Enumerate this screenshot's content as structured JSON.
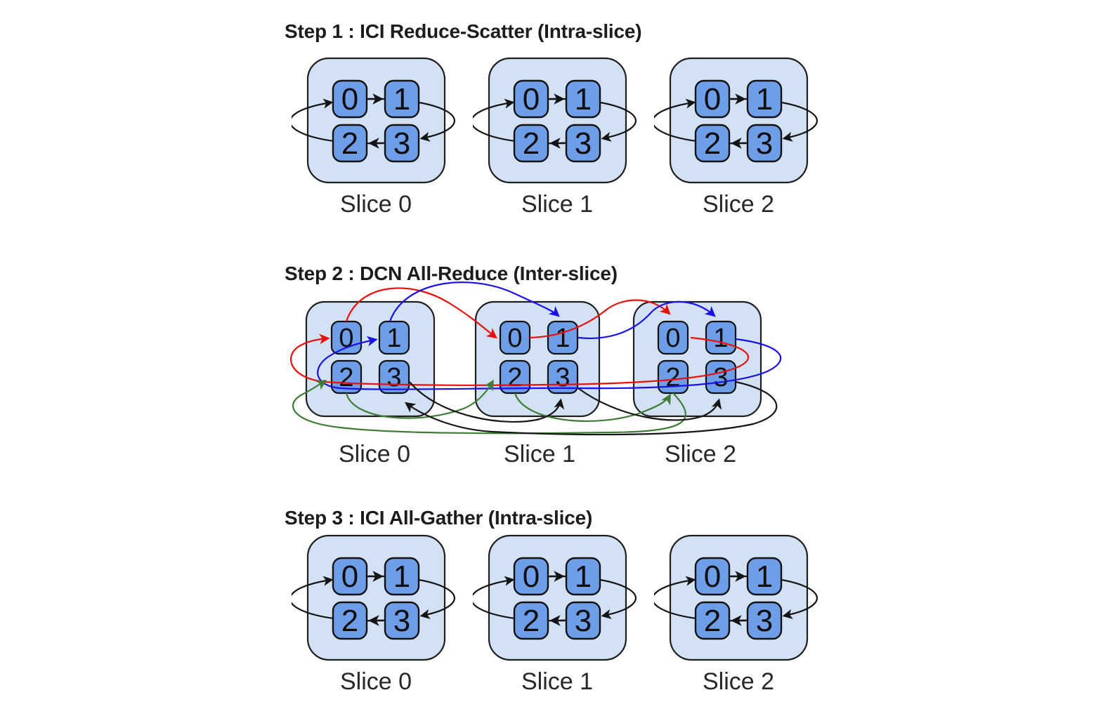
{
  "steps": [
    {
      "title": "Step 1 : ICI Reduce-Scatter (Intra-slice)",
      "type": "intra-slice ring over ICI",
      "slices": [
        "Slice 0",
        "Slice 1",
        "Slice 2"
      ]
    },
    {
      "title": "Step 2 : DCN All-Reduce (Inter-slice)",
      "type": "inter-slice rings over DCN",
      "slices": [
        "Slice 0",
        "Slice 1",
        "Slice 2"
      ],
      "rings": [
        {
          "color": "#e8100c",
          "connects": "chip 0 of slice 0 -> slice 1 -> slice 2 -> slice 0"
        },
        {
          "color": "#1911e8",
          "connects": "chip 1 of slice 0 -> slice 1 -> slice 2 -> slice 0"
        },
        {
          "color": "#3f7d36",
          "connects": "chip 2 of slice 0 -> slice 1 -> slice 2 -> slice 0"
        },
        {
          "color": "#161616",
          "connects": "chip 3 of slice 0 -> slice 1 -> slice 2 -> slice 0"
        }
      ]
    },
    {
      "title": "Step 3 : ICI All-Gather (Intra-slice)",
      "type": "intra-slice ring over ICI",
      "slices": [
        "Slice 0",
        "Slice 1",
        "Slice 2"
      ]
    }
  ],
  "chips": [
    "0",
    "1",
    "2",
    "3"
  ],
  "intra_ring_order": "0 -> 1 -> 3 -> 2 -> 0",
  "colors": {
    "background": "#ffffff",
    "slice_card_fill": "#d2e2f4",
    "slice_card_border": "#1f1f1f",
    "chip_fill": "#6f9ee9",
    "chip_border": "#111111",
    "intra_arrow": "#141414",
    "dcn_ring_chip0": "#e8100c",
    "dcn_ring_chip1": "#1911e8",
    "dcn_ring_chip2": "#3f7d36",
    "dcn_ring_chip3": "#161616",
    "title_text": "#1c1c1c",
    "label_text": "#272727"
  }
}
